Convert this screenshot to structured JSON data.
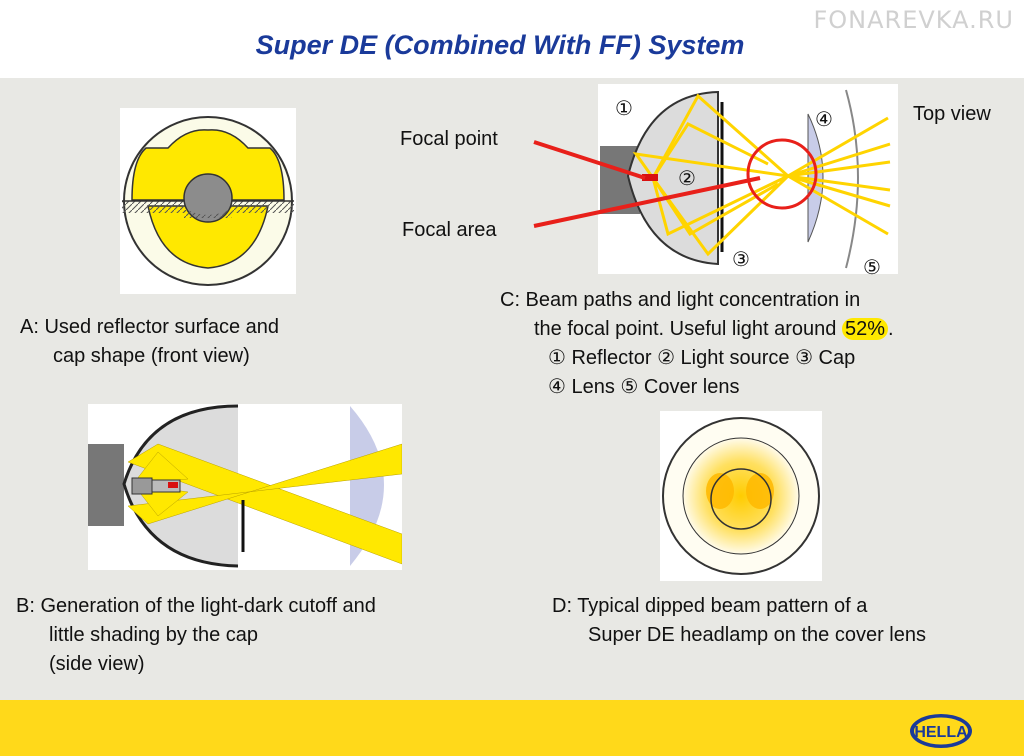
{
  "header": {
    "title": "Super DE (Combined With FF) System",
    "watermark": "FONAREVKA.RU"
  },
  "panel_c": {
    "labels": {
      "focal_point": "Focal point",
      "focal_area": "Focal area",
      "top_view": "Top view"
    },
    "markers": [
      "①",
      "②",
      "③",
      "④",
      "⑤"
    ]
  },
  "captions": {
    "a": {
      "line1": "A: Used reflector surface and",
      "line2": "cap shape (front view)"
    },
    "b": {
      "line1": "B: Generation of the light-dark cutoff and",
      "line2": "little shading by the cap",
      "line3": "(side view)"
    },
    "c": {
      "line1": "C: Beam paths and light concentration in",
      "line2_pre": "the focal point. Useful light around ",
      "line2_value": "52%",
      "line2_post": ".",
      "legend1": "① Reflector ② Light source ③ Cap",
      "legend2": "④ Lens ⑤ Cover lens"
    },
    "d": {
      "line1": "D:  Typical dipped beam pattern of a",
      "line2": "Super DE headlamp on the cover lens"
    }
  },
  "colors": {
    "title": "#1a3a9a",
    "beam": "#ffe800",
    "arrow": "#e8201a",
    "footer": "#ffd91a",
    "logo": "#1a3a9a"
  },
  "logo": {
    "text": "HELLA"
  }
}
